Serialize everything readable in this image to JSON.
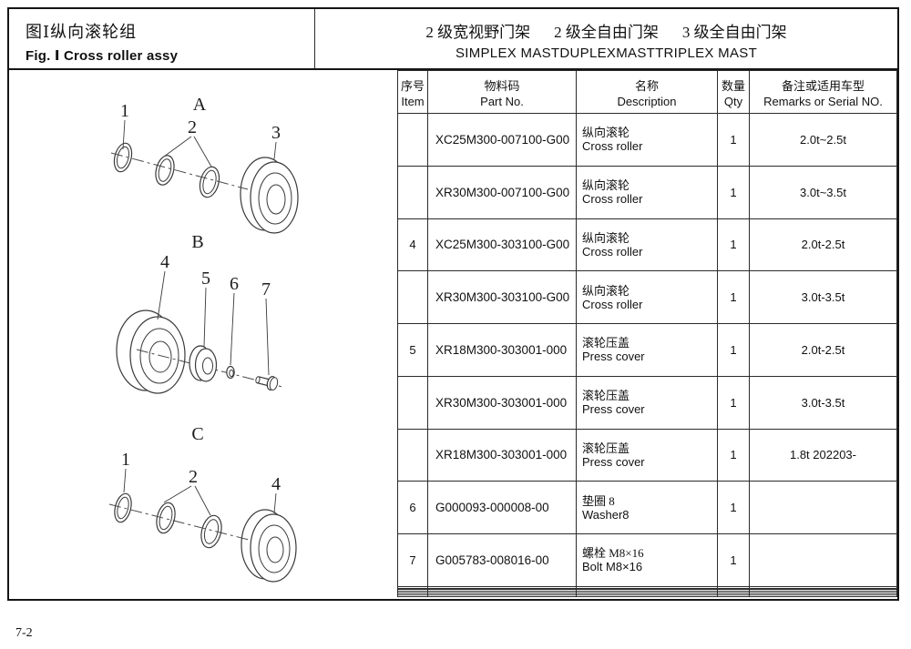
{
  "page": {
    "figure_title_zh": "图Ⅰ纵向滚轮组",
    "figure_title_en": "Fig. Ⅰ Cross roller assy",
    "mast_types_zh": [
      "2 级宽视野门架",
      "2 级全自由门架",
      "3 级全自由门架"
    ],
    "mast_types_en": "SIMPLEX MASTDUPLEXMASTTRIPLEX MAST",
    "page_number": "7-2"
  },
  "table": {
    "headers": {
      "item_zh": "序号",
      "item_en": "Item",
      "part_zh": "物料码",
      "part_en": "Part No.",
      "desc_zh": "名称",
      "desc_en": "Description",
      "qty_zh": "数量",
      "qty_en": "Qty",
      "remarks_zh": "备注或适用车型",
      "remarks_en": "Remarks or Serial NO."
    },
    "rows": [
      {
        "item": "",
        "part_no": "XC25M300-007100-G00",
        "desc_zh": "纵向滚轮",
        "desc_en": "Cross roller",
        "qty": "1",
        "remarks": "2.0t~2.5t"
      },
      {
        "item": "",
        "part_no": "XR30M300-007100-G00",
        "desc_zh": "纵向滚轮",
        "desc_en": "Cross roller",
        "qty": "1",
        "remarks": "3.0t~3.5t"
      },
      {
        "item": "4",
        "part_no": "XC25M300-303100-G00",
        "desc_zh": "纵向滚轮",
        "desc_en": "Cross roller",
        "qty": "1",
        "remarks": "2.0t-2.5t"
      },
      {
        "item": "",
        "part_no": "XR30M300-303100-G00",
        "desc_zh": "纵向滚轮",
        "desc_en": "Cross roller",
        "qty": "1",
        "remarks": "3.0t-3.5t"
      },
      {
        "item": "5",
        "part_no": "XR18M300-303001-000",
        "desc_zh": "滚轮压盖",
        "desc_en": "Press cover",
        "qty": "1",
        "remarks": "2.0t-2.5t"
      },
      {
        "item": "",
        "part_no": "XR30M300-303001-000",
        "desc_zh": "滚轮压盖",
        "desc_en": "Press cover",
        "qty": "1",
        "remarks": "3.0t-3.5t"
      },
      {
        "item": "",
        "part_no": "XR18M300-303001-000",
        "desc_zh": "滚轮压盖",
        "desc_en": "Press cover",
        "qty": "1",
        "remarks": "1.8t 202203-"
      },
      {
        "item": "6",
        "part_no": "G000093-000008-00",
        "desc_zh": "垫圈 8",
        "desc_en": "Washer8",
        "qty": "1",
        "remarks": ""
      },
      {
        "item": "7",
        "part_no": "G005783-008016-00",
        "desc_zh": "螺栓 M8×16",
        "desc_en": "Bolt M8×16",
        "qty": "1",
        "remarks": ""
      }
    ]
  },
  "diagram": {
    "assemblies": [
      {
        "label": "A",
        "callouts": [
          "1",
          "2",
          "3"
        ]
      },
      {
        "label": "B",
        "callouts": [
          "4",
          "5",
          "6",
          "7"
        ]
      },
      {
        "label": "C",
        "callouts": [
          "1",
          "2",
          "4"
        ]
      }
    ]
  }
}
